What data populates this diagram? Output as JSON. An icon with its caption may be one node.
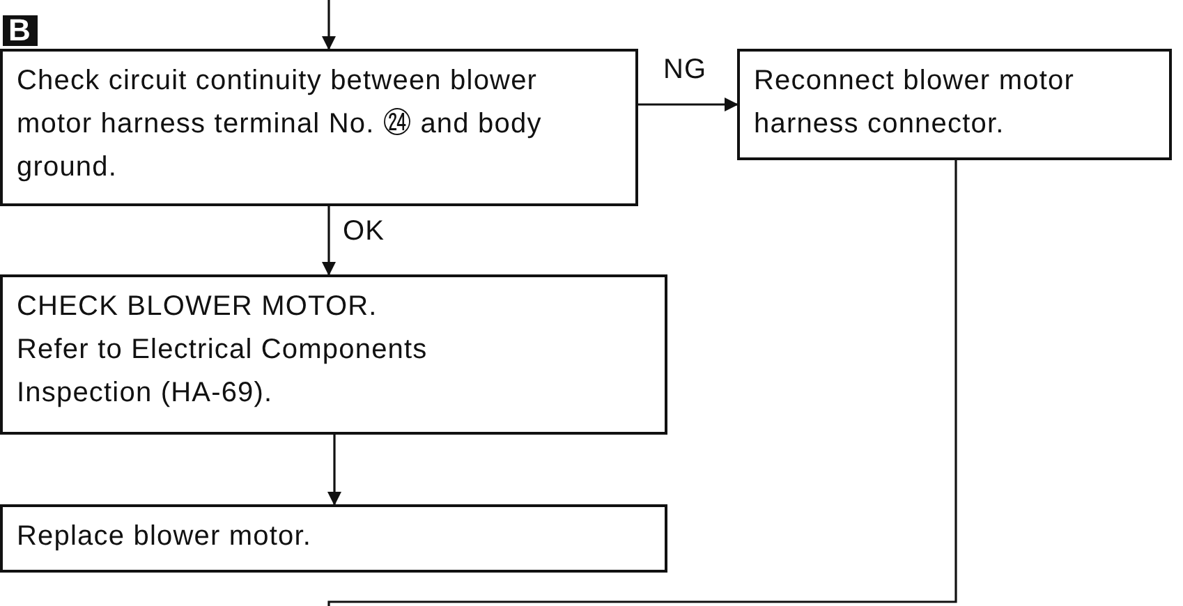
{
  "diagram": {
    "nodes": [
      {
        "text": [
          "Check circuit continuity between blower motor harness terminal No. ㉔ and body ground."
        ]
      },
      {
        "text": [
          "Reconnect blower motor harness connector."
        ]
      },
      {
        "text": [
          "CHECK BLOWER MOTOR.",
          "Refer to Electrical Components Inspection (HA-69)."
        ]
      },
      {
        "text": [
          "Replace blower motor."
        ]
      }
    ],
    "edges": [
      {
        "from": null,
        "to": 0,
        "arrow": "to"
      },
      {
        "from": 0,
        "to": 1,
        "arrow": "to",
        "label": "NG"
      },
      {
        "from": 0,
        "to": 2,
        "arrow": "to",
        "label": "OK"
      },
      {
        "from": 2,
        "to": 3,
        "arrow": "to"
      },
      {
        "from": 1,
        "to": null,
        "arrow": "none"
      }
    ],
    "labels": [
      "B"
    ]
  }
}
